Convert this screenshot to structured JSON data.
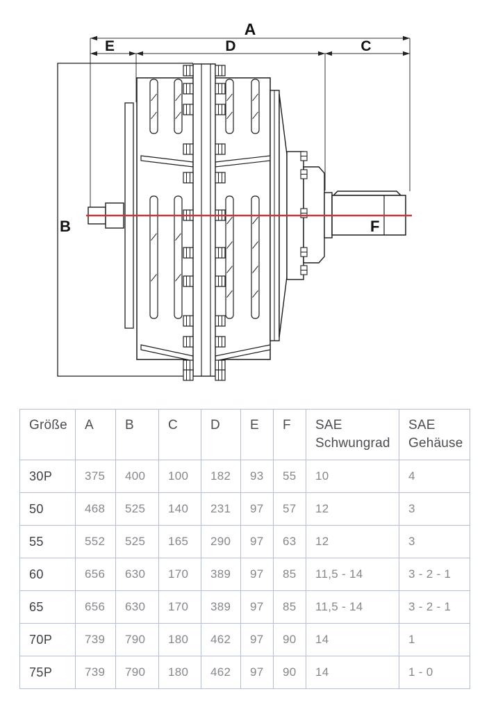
{
  "diagram": {
    "dimension_labels": {
      "A": "A",
      "B": "B",
      "C": "C",
      "D": "D",
      "E": "E",
      "F": "F"
    },
    "colors": {
      "centerline": "#c23a3a",
      "line": "#1b1b1b"
    }
  },
  "table": {
    "columns": [
      {
        "label": "Größe"
      },
      {
        "label": "A"
      },
      {
        "label": "B"
      },
      {
        "label": "C"
      },
      {
        "label": "D"
      },
      {
        "label": "E"
      },
      {
        "label": "F"
      },
      {
        "label": "SAE Schwungrad",
        "lines": [
          "SAE",
          "Schwungrad"
        ]
      },
      {
        "label": "SAE Gehäuse",
        "lines": [
          "SAE",
          "Gehäuse"
        ]
      }
    ],
    "rows": [
      [
        "30P",
        "375",
        "400",
        "100",
        "182",
        "93",
        "55",
        "10",
        "4"
      ],
      [
        "50",
        "468",
        "525",
        "140",
        "231",
        "97",
        "57",
        "12",
        "3"
      ],
      [
        "55",
        "552",
        "525",
        "165",
        "290",
        "97",
        "63",
        "12",
        "3"
      ],
      [
        "60",
        "656",
        "630",
        "170",
        "389",
        "97",
        "85",
        "11,5 - 14",
        "3 - 2 - 1"
      ],
      [
        "65",
        "656",
        "630",
        "170",
        "389",
        "97",
        "85",
        "11,5 - 14",
        "3 - 2 - 1"
      ],
      [
        "70P",
        "739",
        "790",
        "180",
        "462",
        "97",
        "90",
        "14",
        "1"
      ],
      [
        "75P",
        "739",
        "790",
        "180",
        "462",
        "97",
        "90",
        "14",
        "1 - 0"
      ]
    ],
    "colors": {
      "border": "#b3bdd6",
      "header_text": "#4a4c52",
      "row_label": "#3c3e44",
      "value_text": "#85878c"
    }
  }
}
